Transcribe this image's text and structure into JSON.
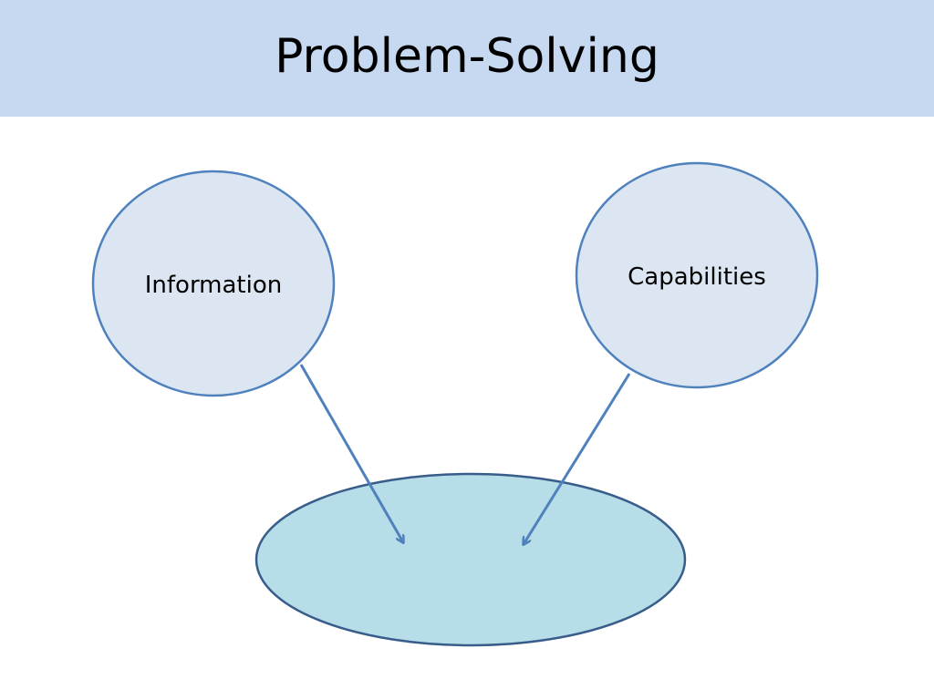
{
  "slide": {
    "title": "Problem-Solving"
  },
  "diagram": {
    "nodes": {
      "information": {
        "label": "Information"
      },
      "capabilities": {
        "label": "Capabilities"
      },
      "result": {
        "label": ""
      }
    },
    "colors": {
      "title_bar": "#c6d9f1",
      "circle_fill": "#dce6f2",
      "circle_stroke": "#4f81bd",
      "ellipse_fill": "#b7dde8",
      "ellipse_stroke": "#385d8a",
      "arrow": "#4f81bd"
    }
  }
}
